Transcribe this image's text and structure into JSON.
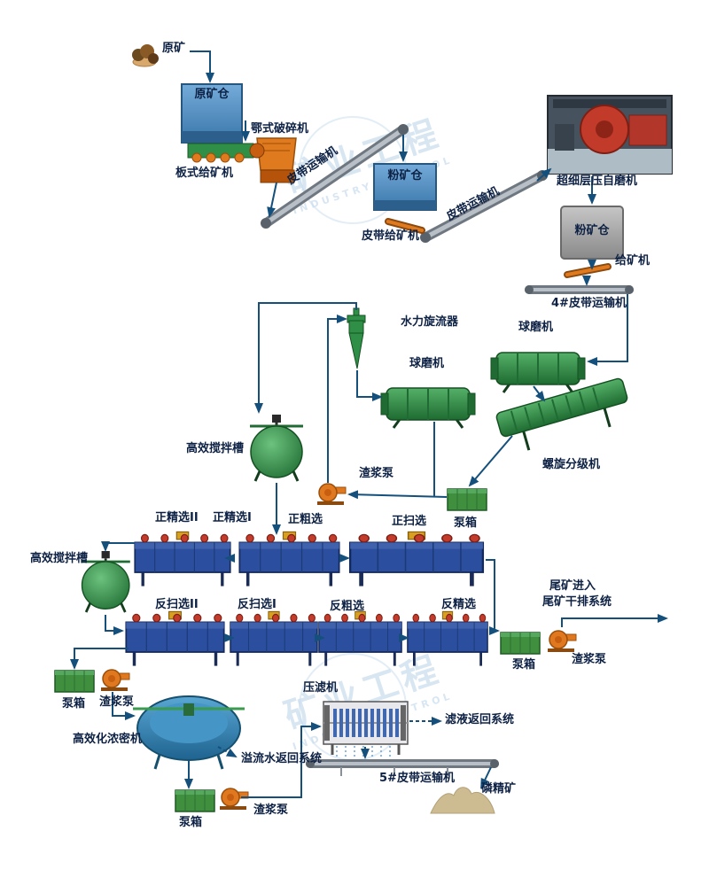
{
  "watermark": {
    "cn": "矿业工程",
    "en": "INDUSTRY CONTROL"
  },
  "colors": {
    "arrow": "#15507c",
    "label_text": "#0d2144",
    "bin_blue": "#4f93c9",
    "machine_green": "#2f8f46",
    "machine_orange": "#e07820",
    "flotation_blue": "#2b4f9e",
    "gray_bin": "#9e9e9e",
    "watermark_blue": "#b9d3e9"
  },
  "labels": {
    "raw_ore": "原矿",
    "raw_ore_bin": "原矿仓",
    "plate_feeder": "板式给矿机",
    "jaw_crusher": "鄂式破碎机",
    "belt_conveyor_1": "皮带运输机",
    "fine_ore_bin_1": "粉矿仓",
    "belt_feeder": "皮带给矿机",
    "belt_conveyor_2": "皮带运输机",
    "autogenous_mill": "超细层压自磨机",
    "fine_ore_bin_2": "粉矿仓",
    "feeder": "给矿机",
    "belt_conveyor_4": "4#皮带运输机",
    "hydrocyclone": "水力旋流器",
    "ball_mill_right": "球磨机",
    "ball_mill_left": "球磨机",
    "spiral_classifier": "螺旋分级机",
    "agitation_tank_1": "高效搅拌槽",
    "slurry_pump_1": "渣浆泵",
    "pump_box_1": "泵箱",
    "flot_cleaner2": "正精选II",
    "flot_cleaner1": "正精选I",
    "flot_rougher": "正粗选",
    "flot_scavenger": "正扫选",
    "agitation_tank_2": "高效搅拌槽",
    "rev_scavenger2": "反扫选II",
    "rev_scavenger1": "反扫选I",
    "rev_rougher": "反粗选",
    "rev_cleaner": "反精选",
    "tailings_line1": "尾矿进入",
    "tailings_line2": "尾矿干排系统",
    "pump_box_2": "泵箱",
    "slurry_pump_2": "渣浆泵",
    "pump_box_3": "泵箱",
    "slurry_pump_3": "渣浆泵",
    "thickener": "高效化浓密机",
    "filter_press": "压滤机",
    "filtrate_return": "滤液返回系统",
    "overflow_return": "溢流水返回系统",
    "pump_box_4": "泵箱",
    "slurry_pump_4": "渣浆泵",
    "belt_conveyor_5": "5#皮带运输机",
    "concentrate": "磷精矿"
  }
}
